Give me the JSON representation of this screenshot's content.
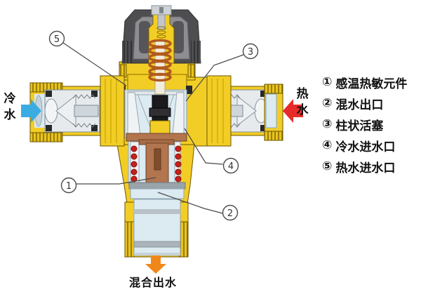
{
  "labels": {
    "cold_water": "冷水",
    "hot_water": "热水",
    "mixed_outlet": "混合出水"
  },
  "callouts": [
    {
      "number": "1",
      "points_to": "thermostatic-element"
    },
    {
      "number": "2",
      "points_to": "mixed-water-outlet-chamber"
    },
    {
      "number": "3",
      "points_to": "cylindrical-piston"
    },
    {
      "number": "4",
      "points_to": "cold-water-inlet-port"
    },
    {
      "number": "5",
      "points_to": "hot-water-inlet-port"
    }
  ],
  "legend": {
    "items": [
      {
        "num": "①",
        "label": "感温热敏元件"
      },
      {
        "num": "②",
        "label": "混水出口"
      },
      {
        "num": "③",
        "label": "柱状活塞"
      },
      {
        "num": "④",
        "label": "冷水进水口"
      },
      {
        "num": "⑤",
        "label": "热水进水口"
      }
    ]
  },
  "colors": {
    "brass_body": "#F2CD25",
    "bore_interior": "#DCEAF2",
    "knob_dark": "#4E4E50",
    "copper_element": "#B3754E",
    "spring_red": "#C9201D",
    "arrow_cold": "#3AACE2",
    "arrow_hot": "#E62B29",
    "arrow_mixed": "#F08819"
  }
}
